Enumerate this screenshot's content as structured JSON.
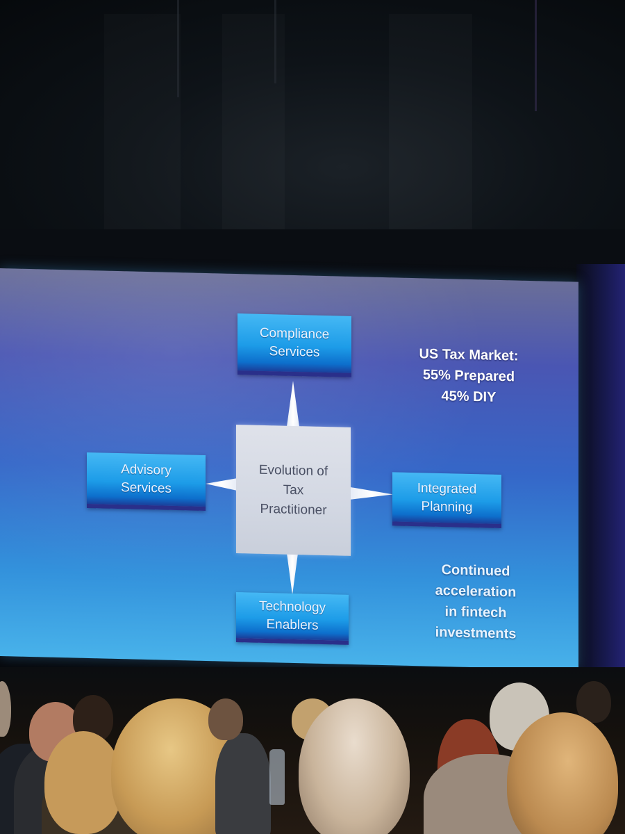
{
  "slide": {
    "boxes": {
      "compliance": "Compliance\nServices",
      "advisory": "Advisory\nServices",
      "integrated": "Integrated\nPlanning",
      "technology": "Technology\nEnablers"
    },
    "center": "Evolution of\nTax\nPractitioner",
    "market": {
      "line1": "US Tax Market:",
      "line2": "55% Prepared",
      "line3": "45% DIY"
    },
    "fintech": {
      "line1": "Continued",
      "line2": "acceleration",
      "line3": "in fintech",
      "line4": "investments"
    }
  },
  "colors": {
    "box_blue": "#1d9ce8",
    "center_gray": "#d3d8e3",
    "screen_top": "#6a6e98",
    "screen_bottom": "#48b2ea"
  }
}
